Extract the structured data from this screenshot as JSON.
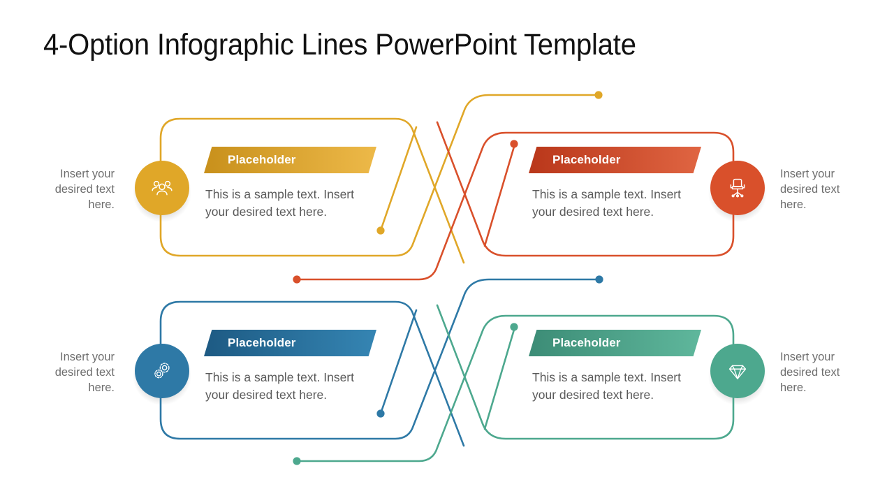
{
  "title": "4-Option Infographic Lines PowerPoint Template",
  "colors": {
    "amber": "#E0A728",
    "amber_dark": "#C8901B",
    "red": "#D9502B",
    "red_dark": "#BE3A1C",
    "blue": "#2E79A6",
    "blue_dark": "#1F5E87",
    "teal": "#4DA88E",
    "teal_dark": "#3E8E78",
    "body_text": "#5a5a5a",
    "caption_text": "#6e6e6e",
    "title_text": "#111111",
    "background": "#ffffff"
  },
  "options": [
    {
      "id": "option-1",
      "position": "top-left",
      "color": "#E0A728",
      "color_dark": "#C8901B",
      "icon": "group-people-icon",
      "banner_label": "Placeholder",
      "body_text": "This is a sample text. Insert your desired text here.",
      "side_caption": "Insert your desired text here."
    },
    {
      "id": "option-2",
      "position": "top-right",
      "color": "#D9502B",
      "color_dark": "#BE3A1C",
      "icon": "office-chair-icon",
      "banner_label": "Placeholder",
      "body_text": "This is a sample text. Insert your desired text here.",
      "side_caption": "Insert your desired text here."
    },
    {
      "id": "option-3",
      "position": "bottom-left",
      "color": "#2E79A6",
      "color_dark": "#1F5E87",
      "icon": "gears-icon",
      "banner_label": "Placeholder",
      "body_text": "This is a sample text. Insert your desired text here.",
      "side_caption": "Insert your desired text here."
    },
    {
      "id": "option-4",
      "position": "bottom-right",
      "color": "#4DA88E",
      "color_dark": "#3E8E78",
      "icon": "diamond-gem-icon",
      "banner_label": "Placeholder",
      "body_text": "This is a sample text. Insert your desired text here.",
      "side_caption": "Insert your desired text here."
    }
  ]
}
